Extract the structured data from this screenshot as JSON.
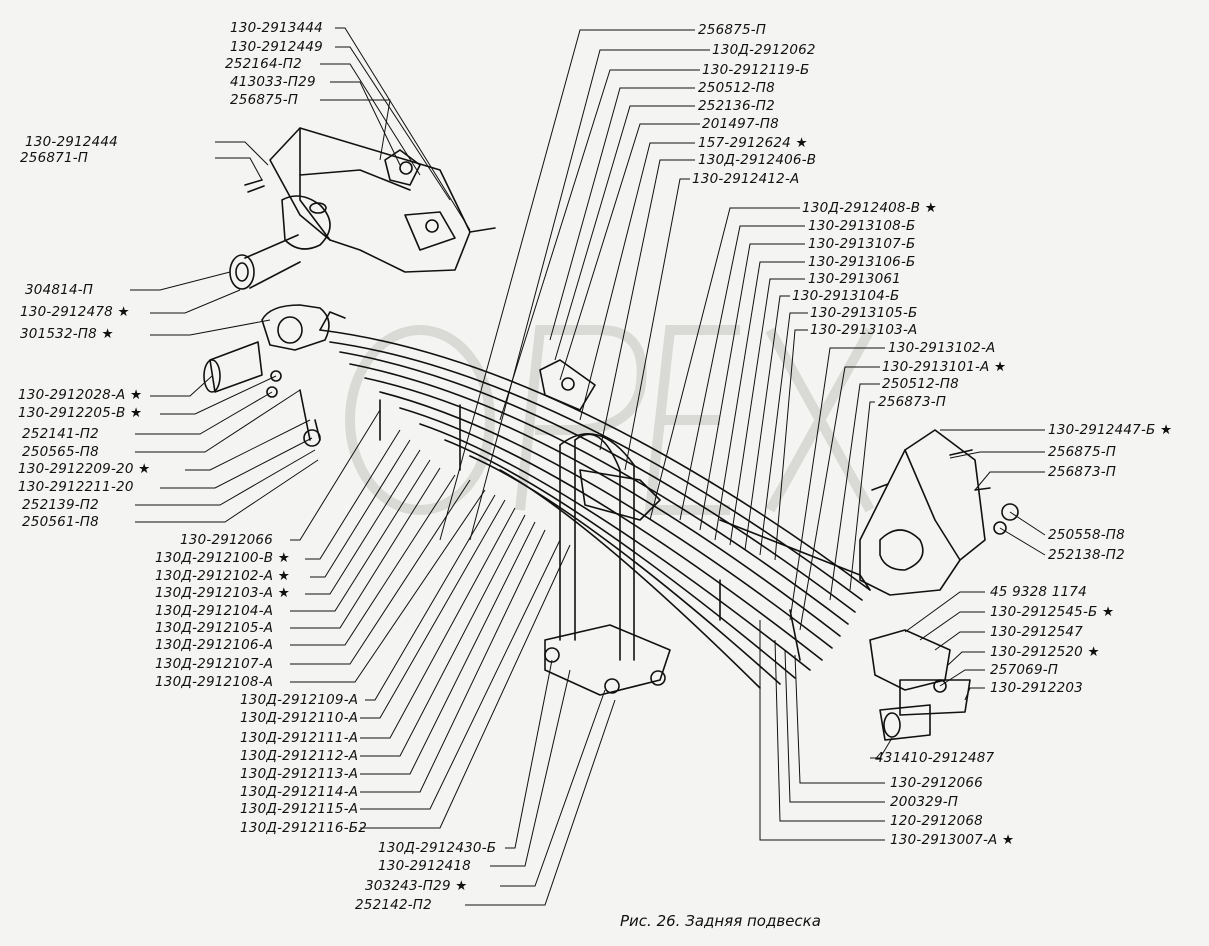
{
  "caption": "Рис. 26. Задняя подвеска",
  "watermark": "OPEX",
  "labels": {
    "l01": "130-2913444",
    "l02": "130-2912449",
    "l03": "252164-П2",
    "l04": "413033-П29",
    "l05": "256875-П",
    "l06": "130-2912444",
    "l07": "256871-П",
    "l08": "304814-П",
    "l09": "130-2912478 ★",
    "l10": "301532-П8 ★",
    "l11": "130-2912028-А ★",
    "l12": "130-2912205-В ★",
    "l13": "252141-П2",
    "l14": "250565-П8",
    "l15": "130-2912209-20 ★",
    "l16": "130-2912211-20",
    "l17": "252139-П2",
    "l18": "250561-П8",
    "l19": "130-2912066",
    "l20": "130Д-2912100-В ★",
    "l21": "130Д-2912102-А ★",
    "l22": "130Д-2912103-А ★",
    "l23": "130Д-2912104-А",
    "l24": "130Д-2912105-А",
    "l25": "130Д-2912106-А",
    "l26": "130Д-2912107-А",
    "l27": "130Д-2912108-А",
    "l28": "130Д-2912109-А",
    "l29": "130Д-2912110-А",
    "l30": "130Д-2912111-А",
    "l31": "130Д-2912112-А",
    "l32": "130Д-2912113-А",
    "l33": "130Д-2912114-А",
    "l34": "130Д-2912115-А",
    "l35": "130Д-2912116-Б2",
    "l36": "130Д-2912430-Б",
    "l37": "130-2912418",
    "l38": "303243-П29 ★",
    "l39": "252142-П2",
    "r01": "256875-П",
    "r02": "130Д-2912062",
    "r03": "130-2912119-Б",
    "r04": "250512-П8",
    "r05": "252136-П2",
    "r06": "201497-П8",
    "r07": "157-2912624 ★",
    "r08": "130Д-2912406-В",
    "r09": "130-2912412-А",
    "r10": "130Д-2912408-В ★",
    "r11": "130-2913108-Б",
    "r12": "130-2913107-Б",
    "r13": "130-2913106-Б",
    "r14": "130-2913061",
    "r15": "130-2913104-Б",
    "r16": "130-2913105-Б",
    "r17": "130-2913103-А",
    "r18": "130-2913102-А",
    "r19": "130-2913101-А ★",
    "r20": "250512-П8",
    "r21": "256873-П",
    "r22": "130-2912447-Б ★",
    "r23": "256875-П",
    "r24": "256873-П",
    "r25": "250558-П8",
    "r26": "252138-П2",
    "r27": "45 9328 1174",
    "r28": "130-2912545-Б ★",
    "r29": "130-2912547",
    "r30": "130-2912520 ★",
    "r31": "257069-П",
    "r32": "130-2912203",
    "r33": "431410-2912487",
    "r34": "130-2912066",
    "r35": "200329-П",
    "r36": "120-2912068",
    "r37": "130-2913007-А ★"
  }
}
